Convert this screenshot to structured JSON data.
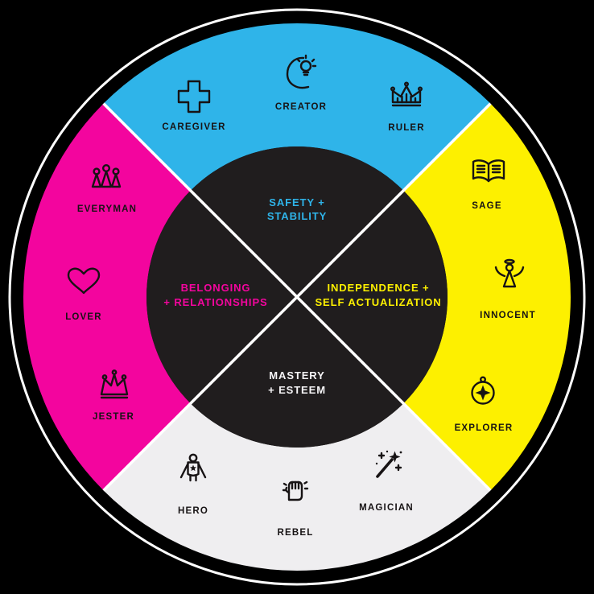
{
  "diagram": {
    "colors": {
      "background": "#000000",
      "cyan": "#2fb4e9",
      "magenta": "#f3059e",
      "yellow": "#fdf000",
      "white_quadrant": "#efeef0",
      "inner": "#201d1e",
      "divider": "#ffffff",
      "ink": "#171314",
      "mastery_text": "#f6f5f7"
    },
    "needs": {
      "safety": {
        "line1": "SAFETY +",
        "line2": "STABILITY"
      },
      "belonging": {
        "line1": "BELONGING",
        "line2": "+ RELATIONSHIPS"
      },
      "independence": {
        "line1": "INDEPENDENCE +",
        "line2": "SELF ACTUALIZATION"
      },
      "mastery": {
        "line1": "MASTERY",
        "line2": "+ ESTEEM"
      }
    },
    "archetypes": {
      "caregiver": "CAREGIVER",
      "creator": "CREATOR",
      "ruler": "RULER",
      "everyman": "EVERYMAN",
      "lover": "LOVER",
      "jester": "JESTER",
      "sage": "SAGE",
      "innocent": "INNOCENT",
      "explorer": "EXPLORER",
      "hero": "HERO",
      "rebel": "REBEL",
      "magician": "MAGICIAN"
    }
  }
}
